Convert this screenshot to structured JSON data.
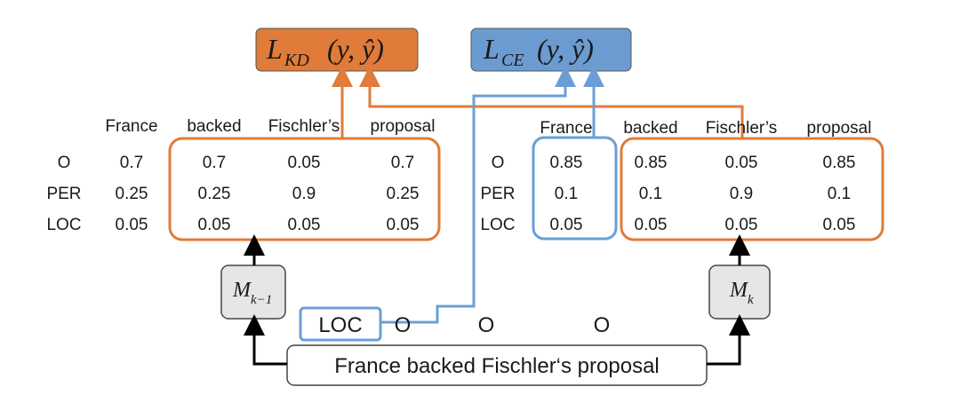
{
  "colors": {
    "orange": "#E07B39",
    "orange_fill": "#E07B39",
    "blue": "#6A9FD6",
    "blue_fill": "#6C9BD2",
    "model_fill": "#E6E6E6",
    "black": "#000000"
  },
  "loss_kd": {
    "symbol": "L",
    "subscript": "KD",
    "args": "(y, ŷ)"
  },
  "loss_ce": {
    "symbol": "L",
    "subscript": "CE",
    "args": "(y, ŷ)"
  },
  "left_table": {
    "columns": [
      "France",
      "backed",
      "Fischler’s",
      "proposal"
    ],
    "rows": [
      {
        "label": "O",
        "values": [
          "0.7",
          "0.7",
          "0.05",
          "0.7"
        ]
      },
      {
        "label": "PER",
        "values": [
          "0.25",
          "0.25",
          "0.9",
          "0.25"
        ]
      },
      {
        "label": "LOC",
        "values": [
          "0.05",
          "0.05",
          "0.05",
          "0.05"
        ]
      }
    ]
  },
  "right_table": {
    "columns": [
      "France",
      "backed",
      "Fischler’s",
      "proposal"
    ],
    "rows": [
      {
        "label": "O",
        "values": [
          "0.85",
          "0.85",
          "0.05",
          "0.85"
        ]
      },
      {
        "label": "PER",
        "values": [
          "0.1",
          "0.1",
          "0.9",
          "0.1"
        ]
      },
      {
        "label": "LOC",
        "values": [
          "0.05",
          "0.05",
          "0.05",
          "0.05"
        ]
      }
    ]
  },
  "model_prev": {
    "symbol": "M",
    "subscript": "k−1"
  },
  "model_curr": {
    "symbol": "M",
    "subscript": "k"
  },
  "labels": [
    "LOC",
    "O",
    "O",
    "O"
  ],
  "sentence": "France backed Fischler‘s proposal"
}
